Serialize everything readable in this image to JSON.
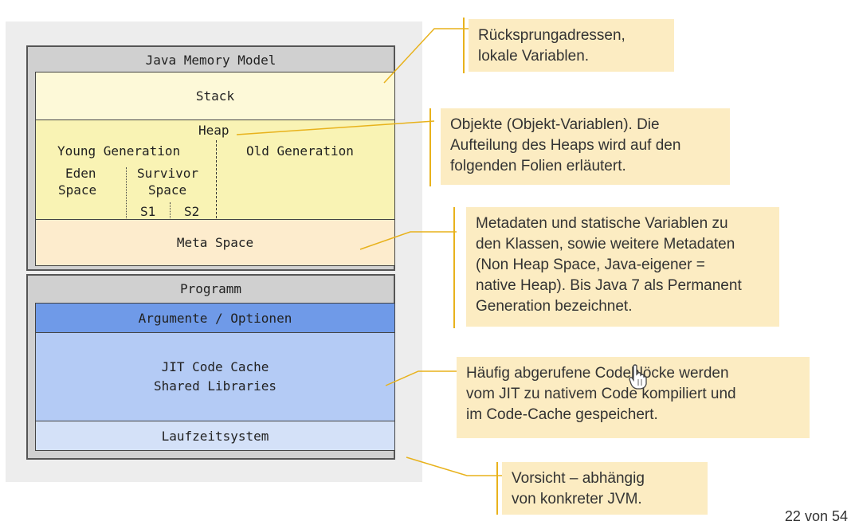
{
  "diagram": {
    "jmm_title": "Java Memory Model",
    "stack": "Stack",
    "heap": "Heap",
    "young_generation": "Young Generation",
    "old_generation": "Old Generation",
    "eden_space_1": "Eden",
    "eden_space_2": "Space",
    "survivor_space_1": "Survivor",
    "survivor_space_2": "Space",
    "s1": "S1",
    "s2": "S2",
    "meta_space": "Meta Space",
    "program_title": "Programm",
    "arguments": "Argumente / Optionen",
    "jit_line1": "JIT Code Cache",
    "jit_line2": "Shared Libraries",
    "runtime": "Laufzeitsystem"
  },
  "notes": {
    "stack_note": [
      "Rücksprungadressen,",
      "lokale Variablen."
    ],
    "heap_note": [
      "Objekte (Objekt-Variablen). Die",
      "Aufteilung des Heaps wird auf den",
      "folgenden Folien erläutert."
    ],
    "meta_note": [
      "Metadaten und statische Variablen zu",
      "den Klassen, sowie weitere Metadaten",
      "(Non Heap Space, Java-eigener =",
      "native Heap). Bis Java 7 als Permanent",
      "Generation bezeichnet."
    ],
    "jit_note": [
      "Häufig abgerufene Codeblöcke werden",
      "vom JIT zu nativem Code kompiliert und",
      "im Code-Cache gespeichert."
    ],
    "vendor_note": [
      "Vorsicht – abhängig",
      "von konkreter JVM."
    ]
  },
  "page_number": "22 von 54",
  "colors": {
    "stack": "#fdf9d8",
    "heap": "#f9f3b4",
    "meta": "#fdeccd",
    "arguments": "#6f9ae8",
    "jit": "#b4cbf5",
    "runtime": "#d4e1f8",
    "note_bg": "#fcecc2",
    "callout_line": "#e8b21c"
  }
}
